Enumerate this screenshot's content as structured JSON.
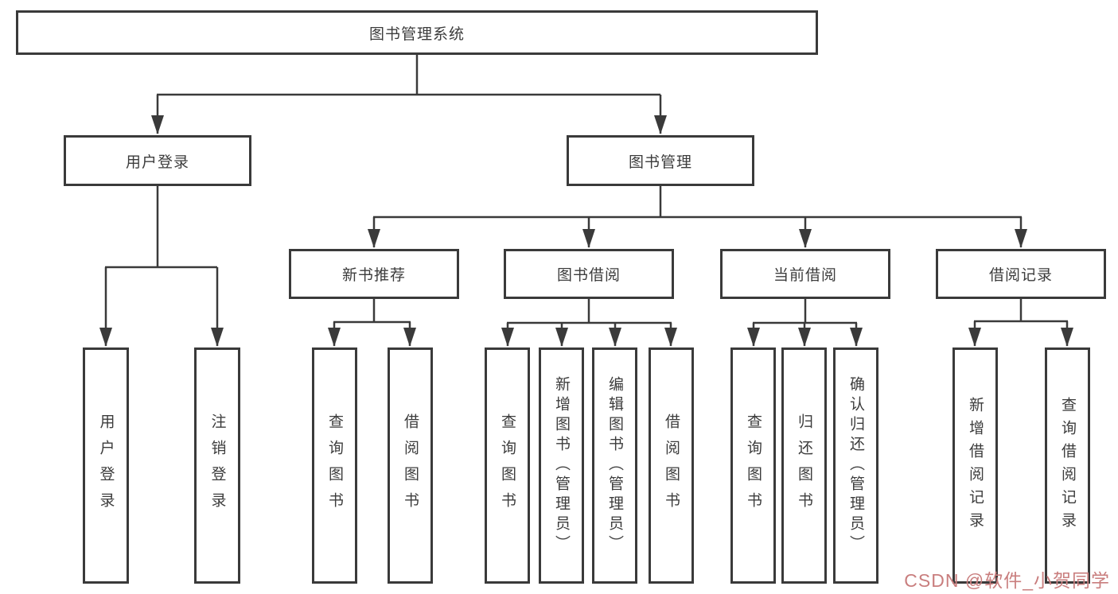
{
  "tree": {
    "root": {
      "label": "图书管理系统"
    },
    "children": [
      {
        "label": "用户登录",
        "children": [
          {
            "label": "用户登录"
          },
          {
            "label": "注销登录"
          }
        ]
      },
      {
        "label": "图书管理",
        "children": [
          {
            "label": "新书推荐",
            "children": [
              {
                "label": "查询图书"
              },
              {
                "label": "借阅图书"
              }
            ]
          },
          {
            "label": "图书借阅",
            "children": [
              {
                "label": "查询图书"
              },
              {
                "label": "新增图书（管理员）"
              },
              {
                "label": "编辑图书（管理员）"
              },
              {
                "label": "借阅图书"
              }
            ]
          },
          {
            "label": "当前借阅",
            "children": [
              {
                "label": "查询图书"
              },
              {
                "label": "归还图书"
              },
              {
                "label": "确认归还（管理员）"
              }
            ]
          },
          {
            "label": "借阅记录",
            "children": [
              {
                "label": "新增借阅记录"
              },
              {
                "label": "查询借阅记录"
              }
            ]
          }
        ]
      }
    ]
  },
  "watermark": {
    "text": "CSDN @软件_小贺同学"
  },
  "colors": {
    "line": "#3a3a3a",
    "watermark": "#c97e7e",
    "background": "#ffffff"
  }
}
